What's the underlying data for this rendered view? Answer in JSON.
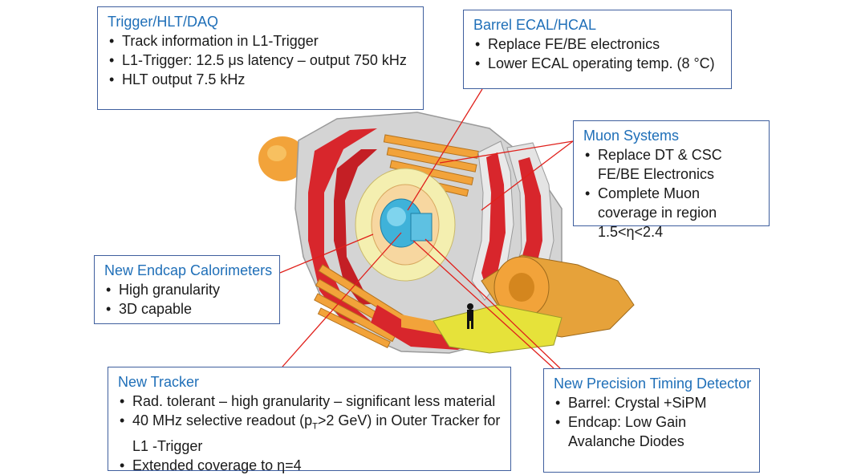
{
  "colors": {
    "title_blue": "#1f6fb8",
    "box_border": "#3f5f9e",
    "callout_line": "#e0201b",
    "magnet_red": "#d8262c",
    "yoke_grey": "#cfcfcf",
    "endcap_orange": "#f2a33a"
  },
  "boxes": {
    "trigger": {
      "title": "Trigger/HLT/DAQ",
      "items": [
        "Track information in L1-Trigger",
        "L1-Trigger: 12.5 μs latency – output 750 kHz",
        "HLT output 7.5 kHz"
      ]
    },
    "ecal": {
      "title": "Barrel ECAL/HCAL",
      "items": [
        "Replace FE/BE electronics",
        "Lower ECAL operating temp. (8 °C)"
      ]
    },
    "muon": {
      "title": "Muon Systems",
      "items": [
        "Replace DT & CSC FE/BE Electronics",
        "Complete Muon coverage in region 1.5<η<2.4"
      ]
    },
    "endcap": {
      "title": "New Endcap Calorimeters",
      "items": [
        "High granularity",
        "3D capable"
      ]
    },
    "tracker": {
      "title": "New Tracker",
      "items": [
        "Rad. tolerant – high granularity – significant less material",
        "40 MHz selective readout (pT>2 GeV) in Outer Tracker for L1 -Trigger",
        "Extended coverage to η=4"
      ],
      "readout_prefix": "40 MHz selective readout (p",
      "readout_sub": "T",
      "readout_suffix": ">2 GeV) in Outer Tracker for L1 -Trigger"
    },
    "timing": {
      "title": "New Precision Timing Detector",
      "items": [
        "Barrel: Crystal +SiPM",
        "Endcap: Low Gain Avalanche Diodes"
      ]
    }
  }
}
